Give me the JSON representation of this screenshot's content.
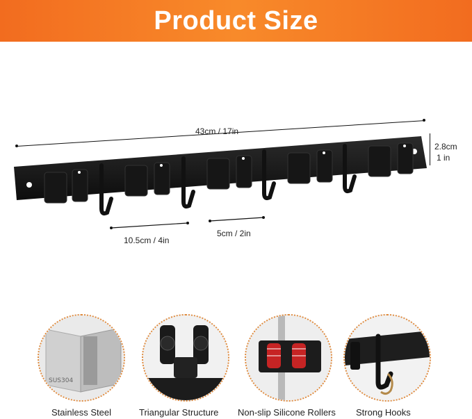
{
  "banner": {
    "title": "Product Size",
    "color": "#f5781f"
  },
  "dimensions": {
    "length": "43cm / 17in",
    "height_cm": "2.8cm",
    "height_in": "1 in",
    "holder_spacing": "10.5cm / 4in",
    "hook_spacing": "5cm / 2in"
  },
  "features": [
    {
      "label": "Stainless Steel",
      "icon": "steel-plate-icon"
    },
    {
      "label": "Triangular Structure",
      "icon": "triangular-clip-icon"
    },
    {
      "label": "Non-slip Silicone Rollers",
      "icon": "roller-icon"
    },
    {
      "label": "Strong Hooks",
      "icon": "hook-icon"
    }
  ],
  "feature_stamp": "SUS304"
}
